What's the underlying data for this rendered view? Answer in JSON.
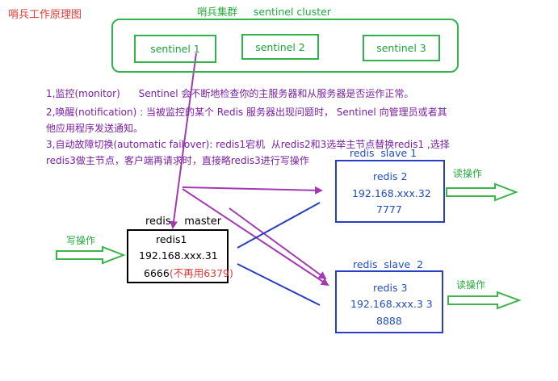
{
  "title": "哨兵工作原理图",
  "cluster": {
    "label": "哨兵集群     sentinel cluster",
    "sentinels": [
      "sentinel 1",
      "sentinel 2",
      "sentinel 3"
    ]
  },
  "description": [
    "1,监控(monitor)      Sentinel 会不断地检查你的主服务器和从服务器是否运作正常。",
    "2,唤醒(notification) : 当被监控的某个 Redis 服务器出现问题时， Sentinel 向管理员或者其",
    "他应用程序发送通知。",
    "3,自动故障切换(automatic failover): redis1宕机  从redis2和3选举主节点替换redis1 ,选择",
    "redis3做主节点，客户端再请求时，直接略redis3进行写操作"
  ],
  "master": {
    "label": "redis    master",
    "name": "redis1",
    "ip": "192.168.xxx.31",
    "port": "6666",
    "port_note": "(不再用6379)"
  },
  "slaves": [
    {
      "label": "redis  slave 1",
      "name": "redis 2",
      "ip": "192.168.xxx.32",
      "port": "7777"
    },
    {
      "label": "redis  slave  2",
      "name": "redis 3",
      "ip": "192.168.xxx.3 3",
      "port": "8888"
    }
  ],
  "operations": {
    "write": "写操作",
    "read": [
      "读操作",
      "读操作"
    ]
  },
  "colors": {
    "title": "#e53935",
    "sentinel": "#2fb34a",
    "description": "#7b1fa2",
    "slave": "#2a3fbf",
    "arrow_purple": "#a23ab0",
    "arrow_green": "#3cb54a"
  }
}
